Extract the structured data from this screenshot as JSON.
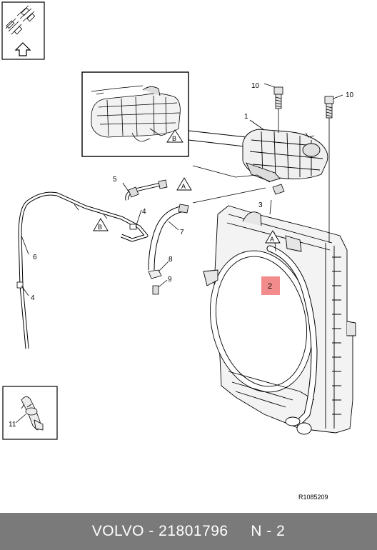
{
  "callouts": {
    "c1": "1",
    "c2": "2",
    "c3": "3",
    "c4a": "4",
    "c4b": "4",
    "c5": "5",
    "c6": "6",
    "c7": "7",
    "c8": "8",
    "c9": "9",
    "c10a": "10",
    "c10b": "10",
    "c11": "11"
  },
  "markers": {
    "a1": "A",
    "a2": "A",
    "b1": "B",
    "b2": "B"
  },
  "highlight_color": "#f28b8b",
  "reference_code": "R1085209",
  "footer": {
    "brand": "VOLVO",
    "separator": " - ",
    "part_number": "21801796",
    "gap": "     ",
    "position": "N - 2"
  }
}
